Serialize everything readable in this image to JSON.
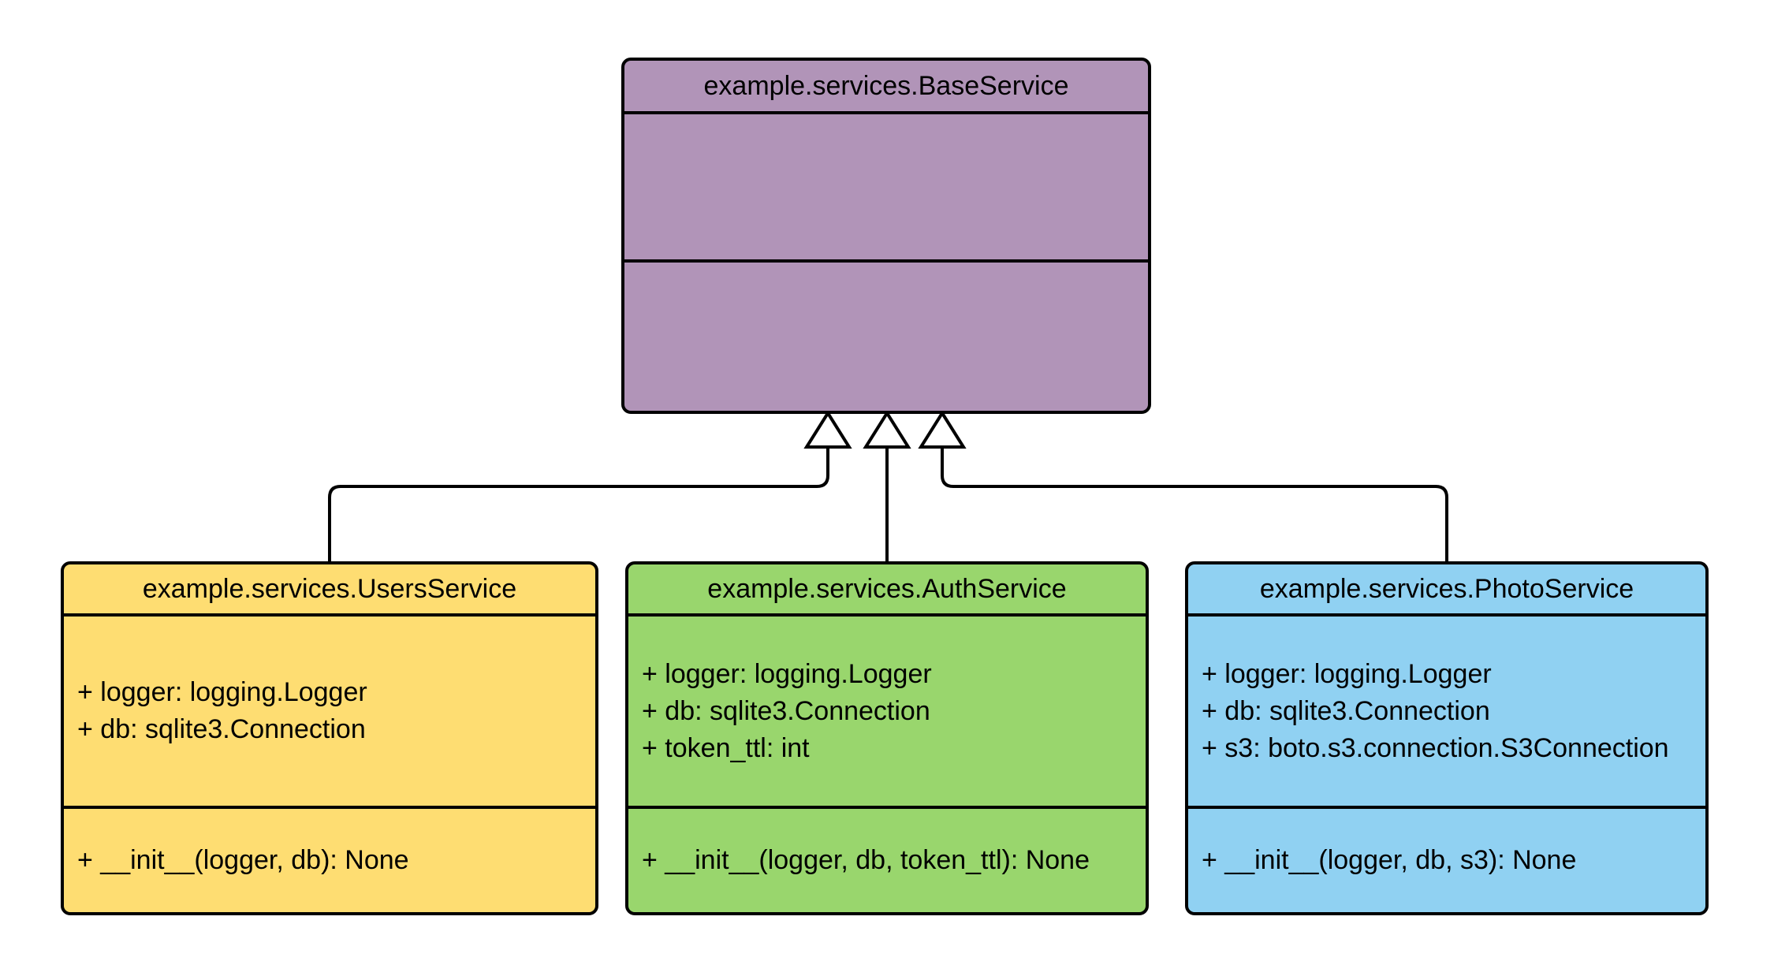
{
  "diagram": {
    "type": "uml-class-diagram",
    "background": "#ffffff",
    "stroke_color": "#000000",
    "text_color": "#000000",
    "classes": [
      {
        "name": "BaseService",
        "title": "example.services.BaseService",
        "fill": "#b194b8",
        "attributes": [],
        "methods": []
      },
      {
        "name": "UsersService",
        "title": "example.services.UsersService",
        "fill": "#fedd72",
        "attributes": [
          "+ logger: logging.Logger",
          "+ db: sqlite3.Connection"
        ],
        "methods": [
          "+ __init__(logger, db): None"
        ]
      },
      {
        "name": "AuthService",
        "title": "example.services.AuthService",
        "fill": "#99d66d",
        "attributes": [
          "+ logger: logging.Logger",
          "+ db: sqlite3.Connection",
          "+ token_ttl: int"
        ],
        "methods": [
          "+ __init__(logger, db, token_ttl): None"
        ]
      },
      {
        "name": "PhotoService",
        "title": "example.services.PhotoService",
        "fill": "#90d1f2",
        "attributes": [
          "+ logger: logging.Logger",
          "+ db: sqlite3.Connection",
          "+ s3: boto.s3.connection.S3Connection"
        ],
        "methods": [
          "+ __init__(logger, db, s3): None"
        ]
      }
    ],
    "relationships": [
      {
        "from": "UsersService",
        "to": "BaseService",
        "type": "inheritance"
      },
      {
        "from": "AuthService",
        "to": "BaseService",
        "type": "inheritance"
      },
      {
        "from": "PhotoService",
        "to": "BaseService",
        "type": "inheritance"
      }
    ]
  }
}
